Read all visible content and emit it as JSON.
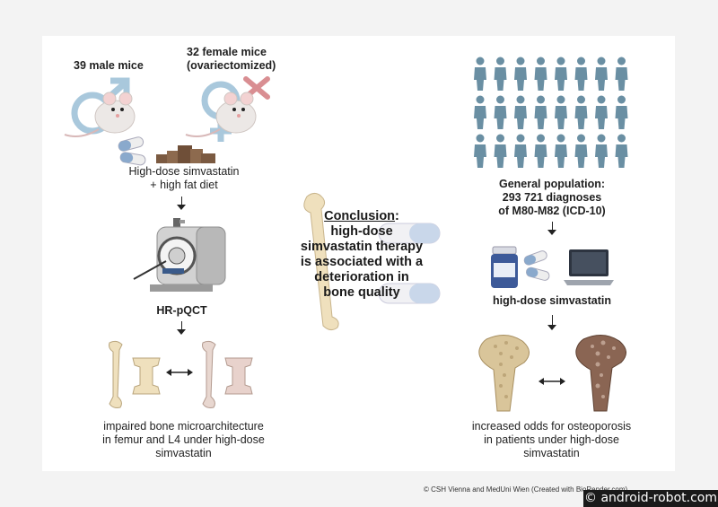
{
  "mice": {
    "male_label": "39 male mice",
    "female_label_line1": "32 female mice",
    "female_label_line2": "(ovariectomized)",
    "treatment_line1": "High-dose simvastatin",
    "treatment_line2": "+ high fat diet",
    "scanner_label": "HR-pQCT",
    "result_line1": "impaired bone microarchitecture",
    "result_line2": "in femur and L4 under high-dose",
    "result_line3": "simvastatin"
  },
  "conclusion": {
    "heading": "Conclusion",
    "colon": ":",
    "line1": "high-dose",
    "line2": "simvastatin therapy",
    "line3": "is associated with a",
    "line4": "deterioration in",
    "line5": "bone quality"
  },
  "population": {
    "line1": "General population:",
    "line2": "293 721 diagnoses",
    "line3": "of M80-M82 (ICD-10)",
    "drug_label": "high-dose simvastatin",
    "result_line1": "increased odds for osteoporosis",
    "result_line2": "in patients under high-dose",
    "result_line3": "simvastatin"
  },
  "footer": {
    "credit": "© CSH Vienna and MedUni Wien (Created with BioRender.com)",
    "watermark": "© android-robot.com"
  },
  "colors": {
    "person": "#6a8fa3",
    "bone": "#efe0bd",
    "bone_stroke": "#b9a57d",
    "male_symbol": "#a9c8dc",
    "female_symbol": "#a9c8dc",
    "cross": "#d98e92",
    "capsule_blue": "#8aa9cc",
    "diet": "#7b5a41"
  },
  "icons": [
    "male-symbol-icon",
    "female-symbol-icon",
    "mouse-icon",
    "pill-icon",
    "food-pellets-icon",
    "scanner-icon",
    "femur-icon",
    "vertebra-icon",
    "person-icon",
    "laptop-icon",
    "pill-bottle-icon",
    "femur-head-icon"
  ]
}
